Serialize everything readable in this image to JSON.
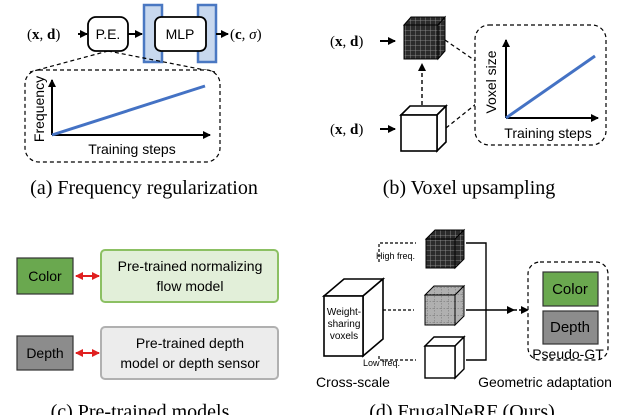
{
  "panel_a": {
    "input_label_x": "x",
    "input_label_sep": ", ",
    "input_label_d": "d",
    "pe_label": "P.E.",
    "mlp_label": "MLP",
    "output_label_c": "c",
    "output_label_sigma": ", σ",
    "axis_y": "Frequency",
    "axis_x": "Training steps",
    "caption": "(a) Frequency regularization"
  },
  "panel_b": {
    "input_label_x": "x",
    "input_label_sep": ", ",
    "input_label_d": "d",
    "axis_y": "Voxel size",
    "axis_x": "Training steps",
    "caption": "(b) Voxel upsampling"
  },
  "panel_c": {
    "color_label": "Color",
    "depth_label": "Depth",
    "flow_line1": "Pre-trained normalizing",
    "flow_line2": "flow model",
    "depth_line1": "Pre-trained depth",
    "depth_line2": "model or depth sensor",
    "caption": "(c) Pre-trained models"
  },
  "panel_d": {
    "high_freq": "High freq.",
    "low_freq": "Low freq.",
    "weight_line1": "Weight-",
    "weight_line2": "sharing",
    "weight_line3": "voxels",
    "cross_scale": "Cross-scale",
    "geometric": "Geometric adaptation",
    "color_label": "Color",
    "depth_label": "Depth",
    "pseudo_gt": "Pseudo-GT",
    "caption": "(d) FrugalNeRF (Ours)"
  },
  "colors": {
    "blue_line": "#4472c4",
    "mlp_fill": "#c8d8ee",
    "mlp_stroke": "#4a78c2",
    "green_fill": "#6aa84f",
    "green_light": "#e2efd9",
    "green_stroke": "#8cc063",
    "gray_fill": "#8c8c8c",
    "gray_light": "#ececec",
    "arrow_red": "#e02020"
  }
}
